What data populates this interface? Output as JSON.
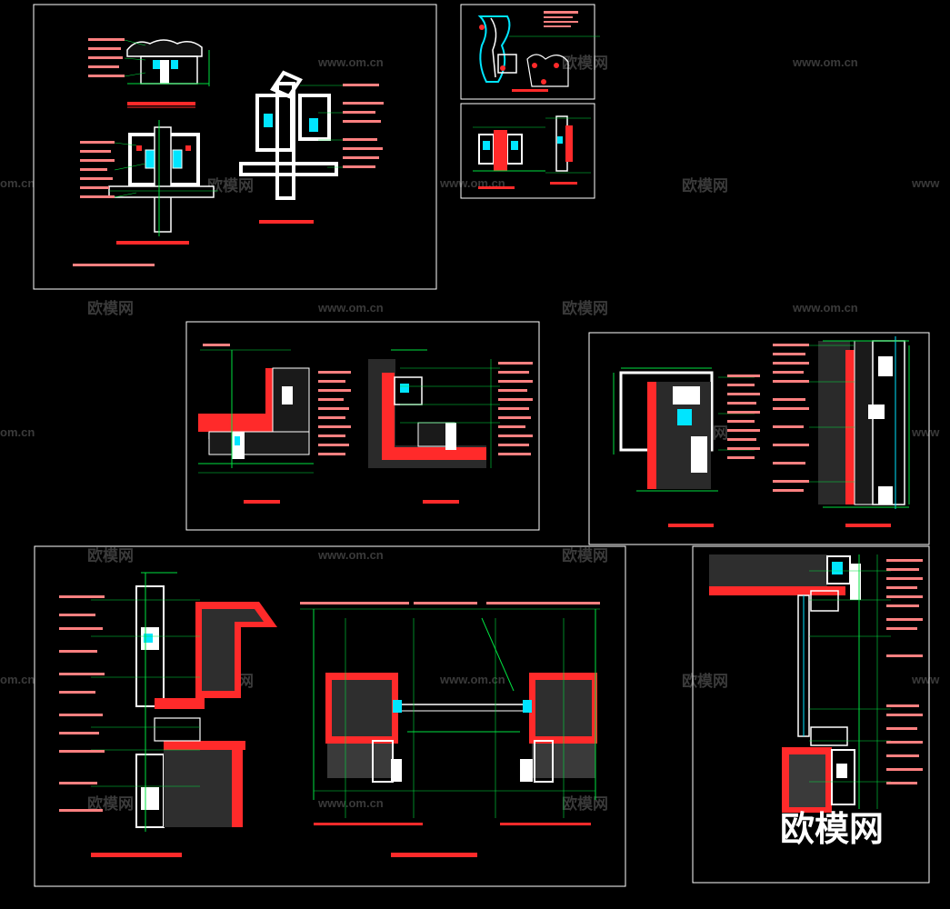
{
  "watermarks": {
    "url": "www.om.cn",
    "url_left": "om.cn",
    "url_right": "www",
    "cn": "欧模网",
    "logo": "欧模网"
  },
  "colors": {
    "background": "#000000",
    "frame": "#ffffff",
    "wall": "#ff2a2a",
    "note": "#ff8080",
    "dim": "#00e040",
    "outline": "#ffffff",
    "accent": "#00e5ff",
    "hatch": "#9a9a9a"
  }
}
